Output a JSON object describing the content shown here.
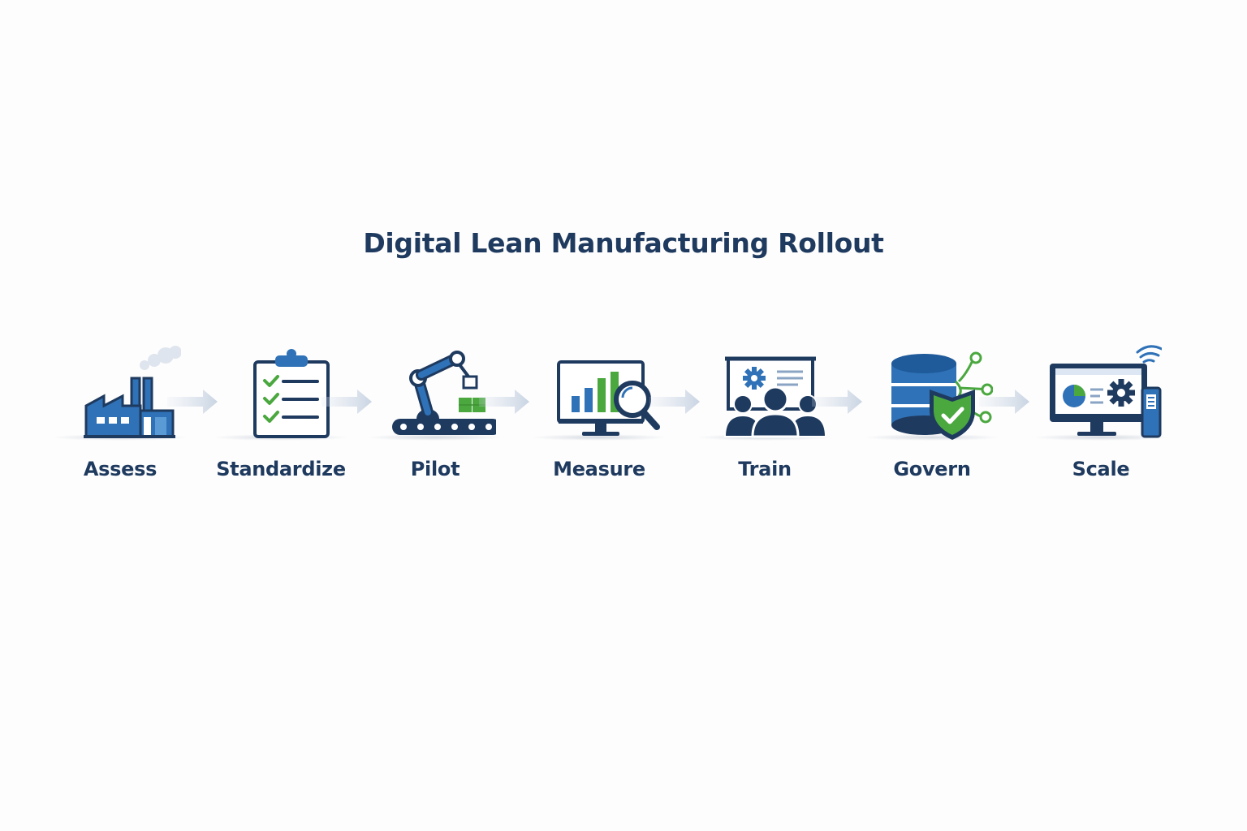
{
  "title": "Digital Lean Manufacturing Rollout",
  "colors": {
    "navy": "#1f3a5f",
    "blue": "#2f72b7",
    "green": "#4aa83f",
    "arrow": "#dde4ee"
  },
  "steps": [
    {
      "label": "Assess",
      "icon": "factory-icon"
    },
    {
      "label": "Standardize",
      "icon": "clipboard-checklist-icon"
    },
    {
      "label": "Pilot",
      "icon": "robotic-arm-conveyor-icon"
    },
    {
      "label": "Measure",
      "icon": "monitor-chart-magnifier-icon"
    },
    {
      "label": "Train",
      "icon": "team-presentation-icon"
    },
    {
      "label": "Govern",
      "icon": "database-shield-icon"
    },
    {
      "label": "Scale",
      "icon": "connected-devices-icon"
    }
  ]
}
